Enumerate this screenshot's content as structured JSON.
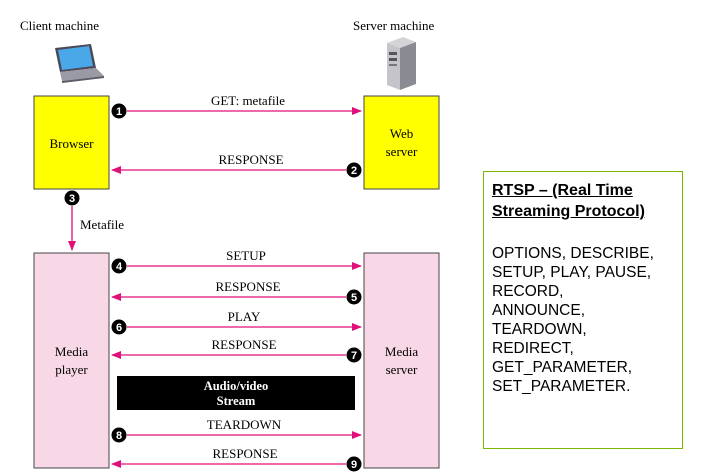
{
  "labels": {
    "client_machine": "Client machine",
    "server_machine": "Server machine"
  },
  "boxes": {
    "browser": "Browser",
    "web_server_line1": "Web",
    "web_server_line2": "server",
    "media_player_line1": "Media",
    "media_player_line2": "player",
    "media_server_line1": "Media",
    "media_server_line2": "server"
  },
  "messages": {
    "get_metafile": "GET: metafile",
    "response_1": "RESPONSE",
    "metafile": "Metafile",
    "setup": "SETUP",
    "response_2": "RESPONSE",
    "play": "PLAY",
    "response_3": "RESPONSE",
    "teardown": "TEARDOWN",
    "response_4": "RESPONSE"
  },
  "steps": [
    "1",
    "2",
    "3",
    "4",
    "5",
    "6",
    "7",
    "8",
    "9"
  ],
  "stream": {
    "line1": "Audio/video",
    "line2": "Stream"
  },
  "rtsp": {
    "title": "RTSP – (Real Time Streaming Protocol)",
    "methods": [
      "OPTIONS, DESCRIBE,",
      "SETUP,  PLAY,  PAUSE,",
      "RECORD,",
      "ANNOUNCE,",
      "TEARDOWN,",
      "REDIRECT,",
      "GET_PARAMETER,",
      "SET_PARAMETER."
    ]
  },
  "colors": {
    "arrow": "#e0107a",
    "browser_fill": "#ffff00",
    "media_fill": "#f8d7e6",
    "box_border": "#7ab800"
  }
}
